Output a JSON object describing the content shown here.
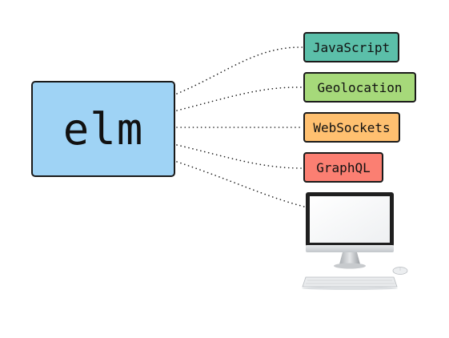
{
  "diagram": {
    "center": {
      "label": "elm",
      "color": "#9fd3f5"
    },
    "targets": [
      {
        "label": "JavaScript",
        "color": "#5bbfa9"
      },
      {
        "label": "Geolocation",
        "color": "#a6d97a"
      },
      {
        "label": "WebSockets",
        "color": "#ffc070"
      },
      {
        "label": "GraphQL",
        "color": "#fb7f72"
      }
    ],
    "device": {
      "icon": "desktop-computer-icon"
    },
    "connector_style": "dotted"
  }
}
